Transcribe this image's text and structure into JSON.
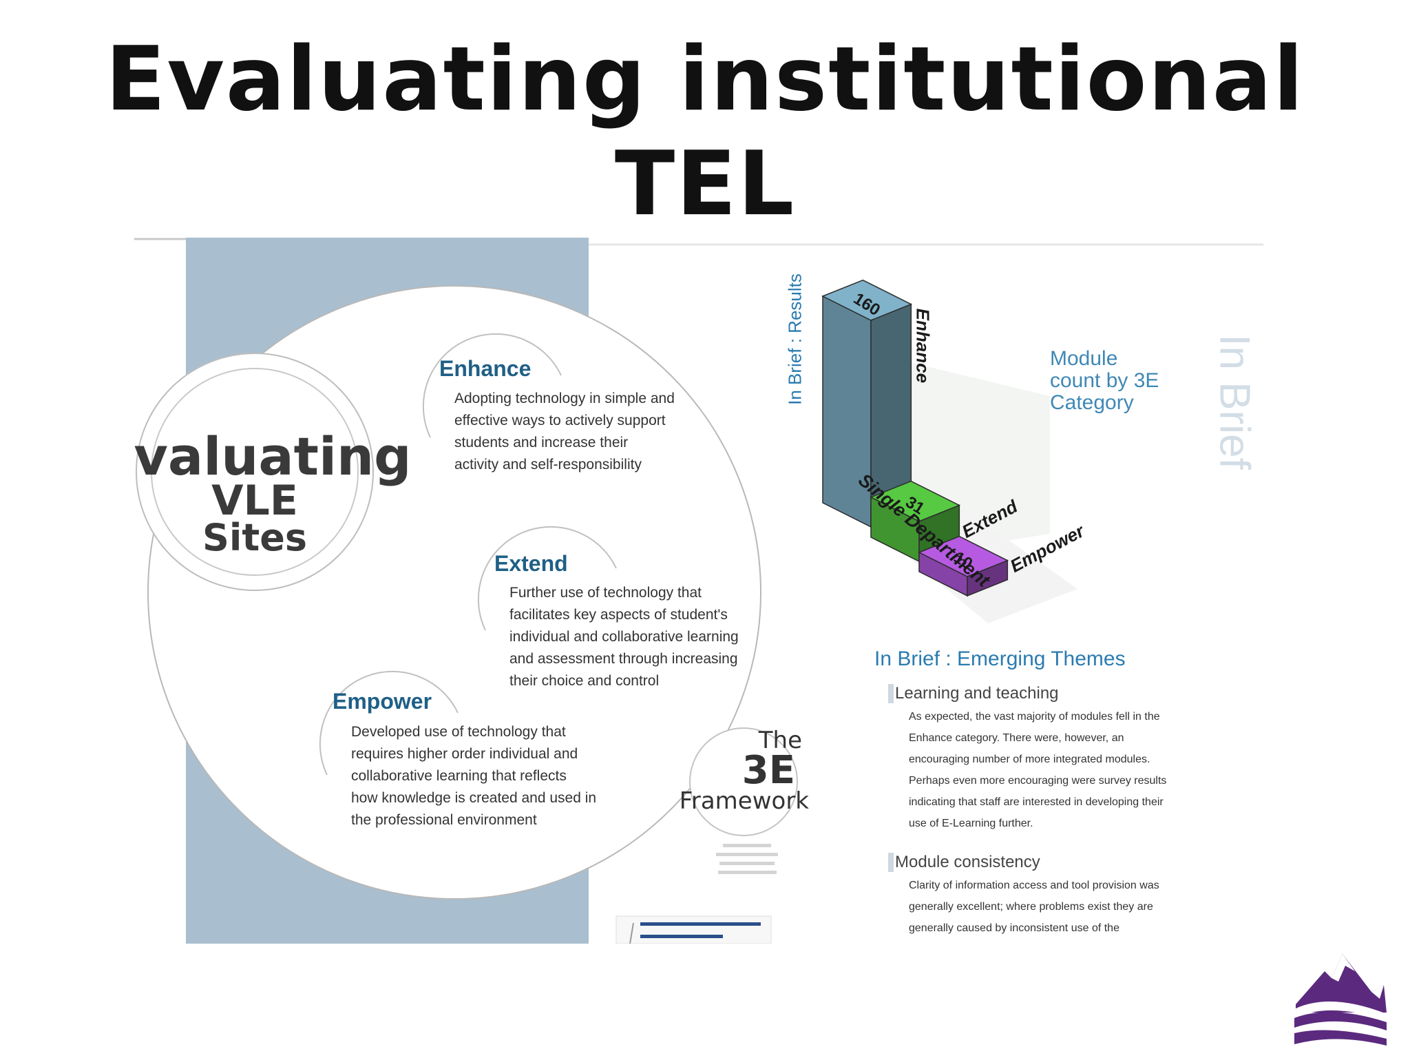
{
  "slide": {
    "title_line1": "Evaluating institutional TEL",
    "title_line2": "provision"
  },
  "poster": {
    "left": {
      "main_title": {
        "line1": "Evaluating",
        "line2": "VLE",
        "line3": "Sites"
      },
      "sections": [
        {
          "heading": "Enhance",
          "lines": [
            "Adopting technology in simple and",
            "effective ways to actively support",
            "students and increase their",
            "activity and self-responsibility"
          ]
        },
        {
          "heading": "Extend",
          "lines": [
            "Further use of technology that",
            "facilitates key aspects of student's",
            "individual and collaborative learning",
            "and assessment through increasing",
            "their choice and control"
          ]
        },
        {
          "heading": "Empower",
          "lines": [
            "Developed use of technology that",
            "requires higher order individual and",
            "collaborative learning that reflects",
            "how knowledge is created and used in",
            "the professional environment"
          ]
        }
      ],
      "framework": {
        "line1": "The",
        "line2": "3E",
        "line3": "Framework"
      }
    },
    "right": {
      "results_label": "In Brief : Results",
      "watermark": "In Brief",
      "chart_caption": {
        "line1": "Module",
        "line2": "count by 3E",
        "line3": "Category"
      },
      "chart_data": {
        "type": "bar",
        "categories": [
          "Enhance",
          "Extend",
          "Empower"
        ],
        "values": [
          160,
          31,
          10
        ],
        "xlabel": "Single Department",
        "colors": [
          "#6f9bb0",
          "#4caf3a",
          "#9e4fc4"
        ]
      },
      "themes_title": "In Brief : Emerging Themes",
      "themes": [
        {
          "title": "Learning and teaching",
          "lines": [
            "As expected, the vast majority of modules fell in the",
            "Enhance category.  There were, however, an",
            "encouraging number of more integrated modules.",
            "Perhaps even more encouraging were survey results",
            "indicating that staff are interested in developing their",
            "use of E-Learning further."
          ]
        },
        {
          "title": "Module consistency",
          "lines": [
            "Clarity of information access and tool provision was",
            "generally excellent; where problems exist they are",
            "generally caused by inconsistent use of the"
          ]
        }
      ]
    },
    "colors": {
      "panel_blue": "#a9bfcf",
      "heading_blue": "#1f5f86",
      "logo_purple": "#5b2a7e"
    }
  },
  "logo": {
    "icon": "university-mountain-wave-logo"
  }
}
